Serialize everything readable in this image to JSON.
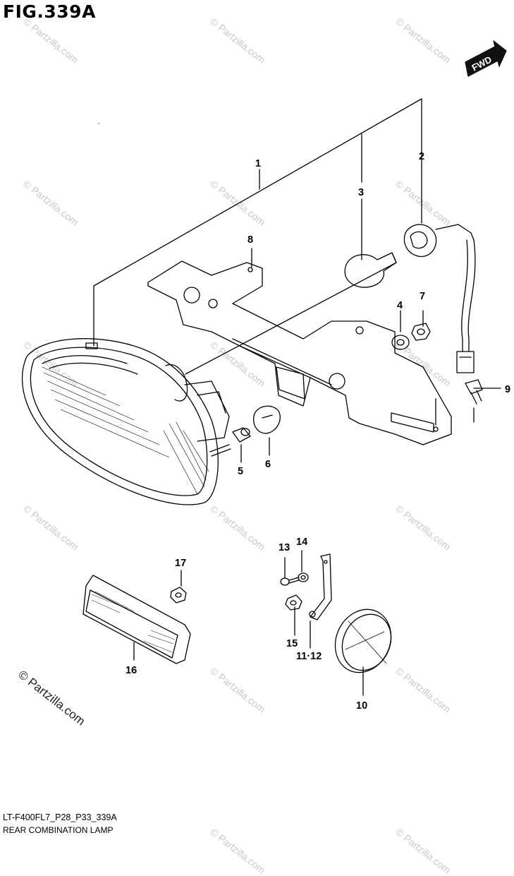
{
  "figure": {
    "title": "FIG.339A",
    "model_code": "LT-F400FL7_P28_P33_339A",
    "name": "REAR COMBINATION LAMP",
    "direction_label": "FWD"
  },
  "watermark": {
    "text": "© Partzilla.com"
  },
  "callouts": [
    {
      "label": "1"
    },
    {
      "label": "2"
    },
    {
      "label": "3"
    },
    {
      "label": "4"
    },
    {
      "label": "5"
    },
    {
      "label": "6"
    },
    {
      "label": "7"
    },
    {
      "label": "8"
    },
    {
      "label": "9"
    },
    {
      "label": "10"
    },
    {
      "label": "11·12"
    },
    {
      "label": "13"
    },
    {
      "label": "14"
    },
    {
      "label": "15"
    },
    {
      "label": "16"
    },
    {
      "label": "17"
    }
  ]
}
